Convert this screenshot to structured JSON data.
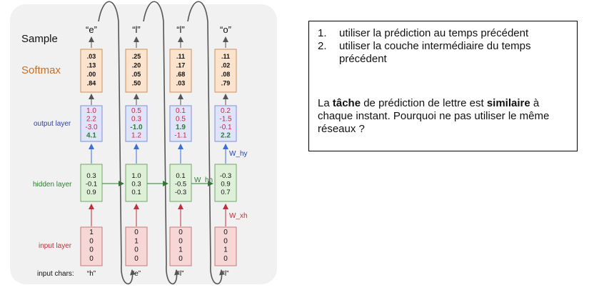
{
  "diagram": {
    "sample_label": "Sample",
    "softmax_label": "Softmax",
    "output_layer_label": "output layer",
    "hidden_layer_label": "hidden layer",
    "input_layer_label": "input layer",
    "input_chars_label": "input chars:",
    "weight_labels": {
      "w_hy": "W_hy",
      "w_hh": "W_hh",
      "w_xh": "W_xh"
    },
    "columns": [
      {
        "sample": "“e”",
        "softmax": [
          ".03",
          ".13",
          ".00",
          ".84"
        ],
        "output": [
          "1.0",
          "2.2",
          "-3.0",
          "4.1"
        ],
        "output_highlight": 3,
        "hidden": [
          "0.3",
          "-0.1",
          "0.9"
        ],
        "input": [
          "1",
          "0",
          "0",
          "0"
        ],
        "char": "“h”"
      },
      {
        "sample": "“l”",
        "softmax": [
          ".25",
          ".20",
          ".05",
          ".50"
        ],
        "output": [
          "0.5",
          "0.3",
          "-1.0",
          "1.2"
        ],
        "output_highlight": 2,
        "hidden": [
          "1.0",
          "0.3",
          "0.1"
        ],
        "input": [
          "0",
          "1",
          "0",
          "0"
        ],
        "char": "“e”"
      },
      {
        "sample": "“l”",
        "softmax": [
          ".11",
          ".17",
          ".68",
          ".03"
        ],
        "output": [
          "0.1",
          "0.5",
          "1.9",
          "-1.1"
        ],
        "output_highlight": 2,
        "hidden": [
          "0.1",
          "-0.5",
          "-0.3"
        ],
        "input": [
          "0",
          "0",
          "1",
          "0"
        ],
        "char": "“l”"
      },
      {
        "sample": "“o”",
        "softmax": [
          ".11",
          ".02",
          ".08",
          ".79"
        ],
        "output": [
          "0.2",
          "-1.5",
          "-0.1",
          "2.2"
        ],
        "output_highlight": 3,
        "hidden": [
          "-0.3",
          "0.9",
          "0.7"
        ],
        "input": [
          "0",
          "0",
          "1",
          "0"
        ],
        "char": "“l”"
      }
    ]
  },
  "text_panel": {
    "items": [
      {
        "num": "1.",
        "text": "utiliser la prédiction au temps précédent"
      },
      {
        "num": "2.",
        "text": "utiliser la couche intermédiaire du temps précédent"
      }
    ],
    "para_before_bold1": "La ",
    "bold1": "tâche",
    "para_middle": " de prédiction de lettre est ",
    "bold2": "similaire",
    "para_after": " à chaque instant. Pourquoi ne pas utiliser le même réseaux ?"
  },
  "colors": {
    "softmax_fill": "#fbe3cd",
    "output_fill": "#dfe4fb",
    "hidden_fill": "#dff0d8",
    "input_fill": "#f7d6d6",
    "red": "#d0253a",
    "green": "#2e7d32",
    "blue": "#2a4bc8",
    "softmax_label": "#c8702a",
    "panel_bg": "#f1f1f1"
  }
}
